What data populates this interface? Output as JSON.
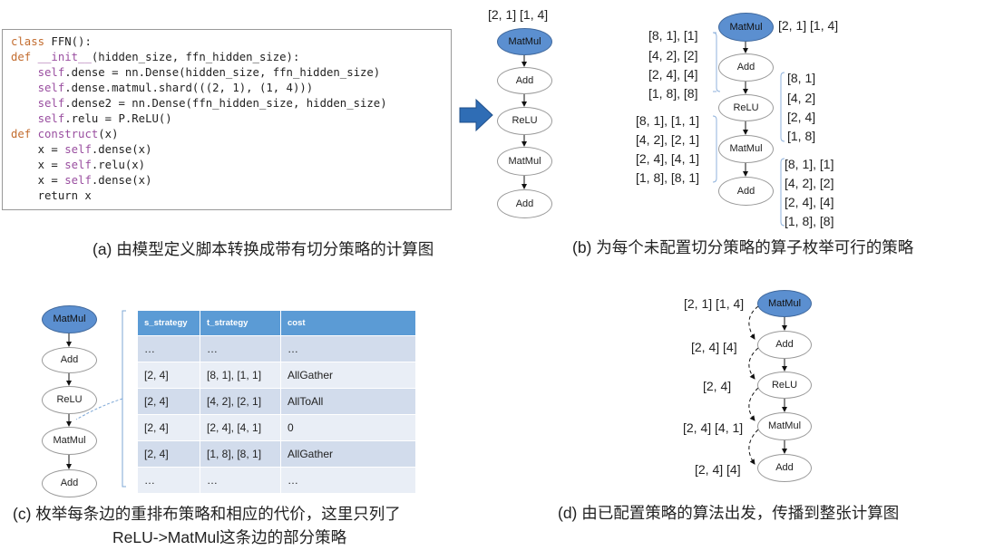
{
  "code_lines": [
    [
      {
        "t": "class",
        "c": "kw"
      },
      {
        "t": " FFN():",
        "c": "tx"
      }
    ],
    [
      {
        "t": "def",
        "c": "kw"
      },
      {
        "t": " ",
        "c": "tx"
      },
      {
        "t": "__init__",
        "c": "fn"
      },
      {
        "t": "(hidden_size, ffn_hidden_size):",
        "c": "tx"
      }
    ],
    [
      {
        "t": "    ",
        "c": "tx"
      },
      {
        "t": "self",
        "c": "sf"
      },
      {
        "t": ".dense = nn.Dense(hidden_size, ffn_hidden_size)",
        "c": "tx"
      }
    ],
    [
      {
        "t": "    ",
        "c": "tx"
      },
      {
        "t": "self",
        "c": "sf"
      },
      {
        "t": ".dense.matmul.shard(((2, 1), (1, 4)))",
        "c": "tx"
      }
    ],
    [
      {
        "t": "    ",
        "c": "tx"
      },
      {
        "t": "self",
        "c": "sf"
      },
      {
        "t": ".dense2 = nn.Dense(ffn_hidden_size, hidden_size)",
        "c": "tx"
      }
    ],
    [
      {
        "t": "    ",
        "c": "tx"
      },
      {
        "t": "self",
        "c": "sf"
      },
      {
        "t": ".relu = P.ReLU()",
        "c": "tx"
      }
    ],
    [
      {
        "t": "def",
        "c": "kw"
      },
      {
        "t": " ",
        "c": "tx"
      },
      {
        "t": "construct",
        "c": "fn"
      },
      {
        "t": "(x)",
        "c": "tx"
      }
    ],
    [
      {
        "t": "    x = ",
        "c": "tx"
      },
      {
        "t": "self",
        "c": "sf"
      },
      {
        "t": ".dense(x)",
        "c": "tx"
      }
    ],
    [
      {
        "t": "    x = ",
        "c": "tx"
      },
      {
        "t": "self",
        "c": "sf"
      },
      {
        "t": ".relu(x)",
        "c": "tx"
      }
    ],
    [
      {
        "t": "    x = ",
        "c": "tx"
      },
      {
        "t": "self",
        "c": "sf"
      },
      {
        "t": ".dense(x)",
        "c": "tx"
      }
    ],
    [
      {
        "t": "    return x",
        "c": "tx"
      }
    ]
  ],
  "panel_a": {
    "caption": "(a) 由模型定义脚本转换成带有切分策略的计算图",
    "top_label": "[2, 1] [1, 4]",
    "nodes": [
      "MatMul",
      "Add",
      "ReLU",
      "MatMul",
      "Add"
    ]
  },
  "panel_b": {
    "caption": "(b) 为每个未配置切分策略的算子枚举可行的策略",
    "matmul_label": "[2, 1] [1, 4]",
    "nodes": [
      "MatMul",
      "Add",
      "ReLU",
      "MatMul",
      "Add"
    ],
    "add1_strategies": [
      "[8, 1], [1]",
      "[4, 2], [2]",
      "[2, 4], [4]",
      "[1, 8], [8]"
    ],
    "relu_strategies": [
      "[8, 1]",
      "[4, 2]",
      "[2, 4]",
      "[1, 8]"
    ],
    "matmul2_strategies": [
      "[8, 1], [1, 1]",
      "[4, 2], [2, 1]",
      "[2, 4], [4, 1]",
      "[1, 8], [8, 1]"
    ],
    "add2_strategies": [
      "[8, 1], [1]",
      "[4, 2], [2]",
      "[2, 4], [4]",
      "[1, 8], [8]"
    ]
  },
  "panel_c": {
    "caption_line1": "(c) 枚举每条边的重排布策略和相应的代价，这里只列了",
    "caption_line2": "ReLU->MatMul这条边的部分策略",
    "nodes": [
      "MatMul",
      "Add",
      "ReLU",
      "MatMul",
      "Add"
    ],
    "table_headers": [
      "s_strategy",
      "t_strategy",
      "cost"
    ],
    "table_rows": [
      [
        "…",
        "…",
        "…"
      ],
      [
        "[2, 4]",
        "[8, 1], [1, 1]",
        "AllGather"
      ],
      [
        "[2, 4]",
        "[4, 2], [2, 1]",
        "AllToAll"
      ],
      [
        "[2, 4]",
        "[2, 4], [4, 1]",
        "0"
      ],
      [
        "[2, 4]",
        "[1, 8], [8, 1]",
        "AllGather"
      ],
      [
        "…",
        "…",
        "…"
      ]
    ]
  },
  "panel_d": {
    "caption": "(d) 由已配置策略的算法出发，传播到整张计算图",
    "nodes": [
      "MatMul",
      "Add",
      "ReLU",
      "MatMul",
      "Add"
    ],
    "labels": [
      "[2, 1] [1, 4]",
      "[2, 4] [4]",
      "[2, 4]",
      "[2, 4] [4, 1]",
      "[2, 4] [4]"
    ]
  },
  "colors": {
    "highlight_node": "#5b8fd0",
    "table_header": "#5b9bd5",
    "arrow": "#2f6db5"
  }
}
